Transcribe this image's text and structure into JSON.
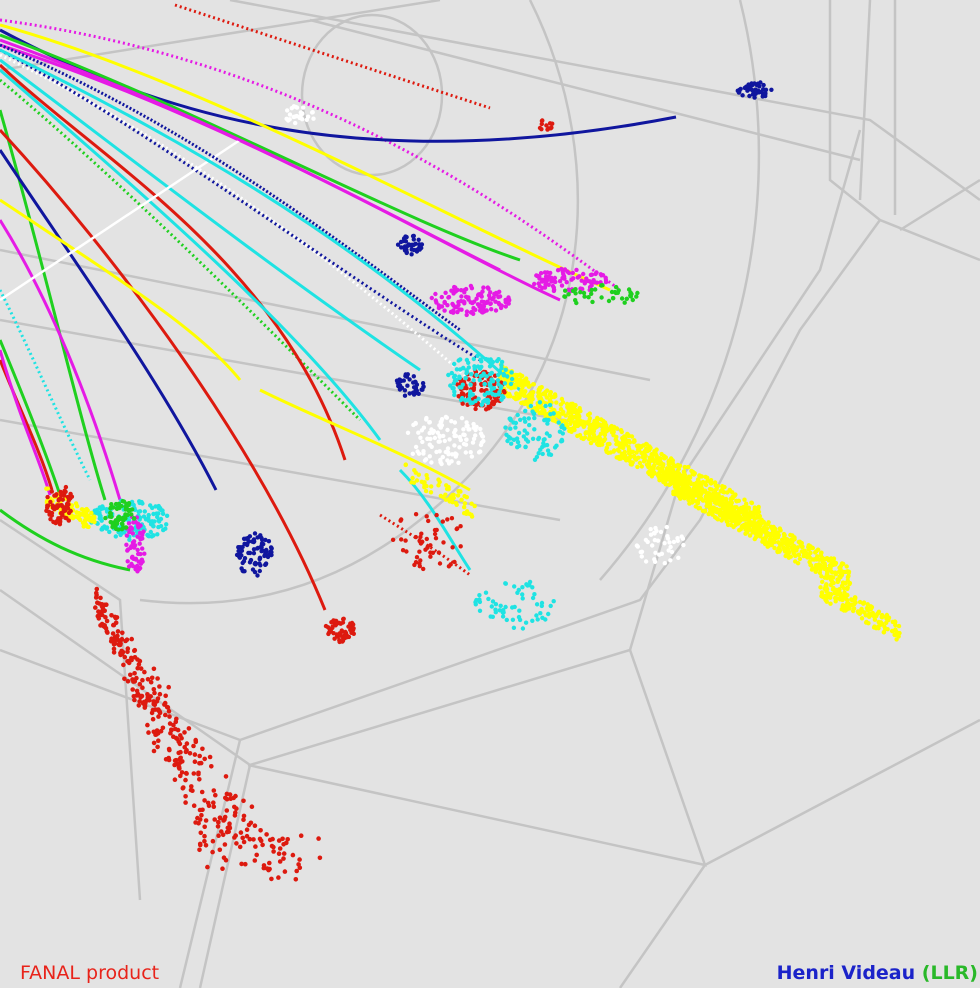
{
  "credits": {
    "left": "FANAL product",
    "author": "Henri Videau",
    "affiliation": "(LLR)"
  },
  "colors": {
    "background": "#e3e3e3",
    "detector": "#c4c4c4",
    "red": "#dd1a0f",
    "blue": "#10169e",
    "green": "#1fd01f",
    "yellow": "#ffff00",
    "cyan": "#1fe3e3",
    "magenta": "#e51be5",
    "white": "#ffffff",
    "credit_left": "#e8231a",
    "credit_author": "#1b23c9",
    "credit_affiliation": "#29b829"
  }
}
